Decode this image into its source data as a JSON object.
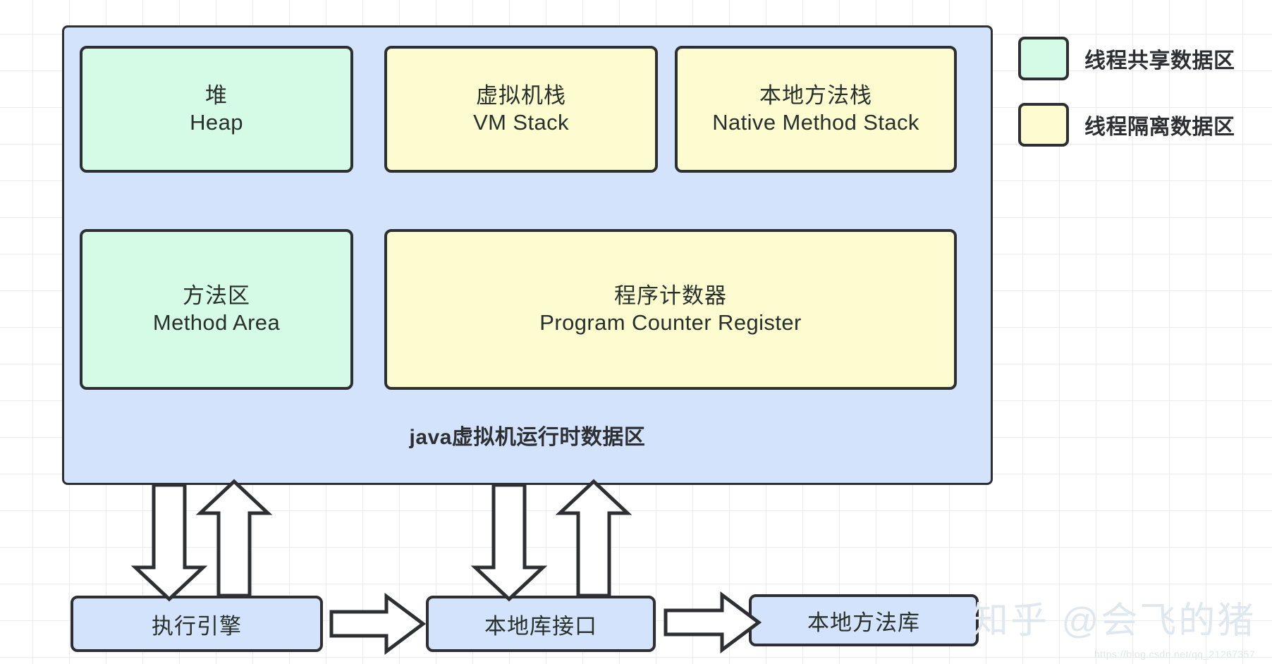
{
  "diagram": {
    "runtime_area": {
      "title": "java虚拟机运行时数据区",
      "regions": [
        {
          "cn": "堆",
          "en": "Heap",
          "kind": "shared"
        },
        {
          "cn": "虚拟机栈",
          "en": "VM Stack",
          "kind": "isolated"
        },
        {
          "cn": "本地方法栈",
          "en": "Native Method Stack",
          "kind": "isolated"
        },
        {
          "cn": "方法区",
          "en": "Method Area",
          "kind": "shared"
        },
        {
          "cn": "程序计数器",
          "en": "Program Counter Register",
          "kind": "isolated"
        }
      ]
    },
    "legend": {
      "items": [
        {
          "label": "线程共享数据区",
          "color": "#d5fbe6"
        },
        {
          "label": "线程隔离数据区",
          "color": "#fdfbd0"
        }
      ]
    },
    "bottom_nodes": [
      {
        "label": "执行引擎"
      },
      {
        "label": "本地库接口"
      },
      {
        "label": "本地方法库"
      }
    ],
    "watermark": {
      "text": "知乎 @会飞的猪",
      "url": "https://blog.csdn.net/qq_21267357"
    },
    "colors": {
      "shared": "#d5fbe6",
      "isolated": "#fdfbd0",
      "container": "#d3e3fb",
      "stroke": "#2d2f33"
    }
  }
}
